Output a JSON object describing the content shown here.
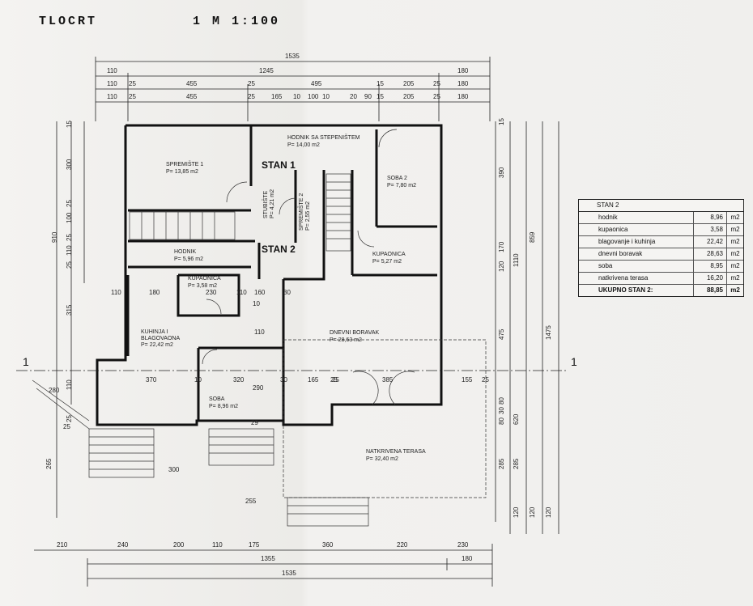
{
  "title": "TLOCRT",
  "scale": "1  M 1:100",
  "stan_labels": {
    "stan1": "STAN 1",
    "stan2": "STAN 2"
  },
  "section_marker": "1",
  "rooms": {
    "spremiste1": {
      "name": "SPREMIŠTE 1",
      "area": "P= 13,85 m2"
    },
    "hodnik_stepeniste": {
      "name": "HODNIK SA STEPENIŠTEM",
      "area": "P= 14,00 m2"
    },
    "stubiste": {
      "name": "STUBIŠTE",
      "area": "P= 4,21 m2"
    },
    "spremiste2": {
      "name": "SPREMIŠTE 2",
      "area": "P= 2,55 m2"
    },
    "soba2": {
      "name": "SOBA 2",
      "area": "P= 7,80 m2"
    },
    "hodnik": {
      "name": "HODNIK",
      "area": "P= 5,96 m2"
    },
    "kupaonica_right": {
      "name": "KUPAONICA",
      "area": "P= 5,27 m2"
    },
    "kupaonica_left": {
      "name": "KUPAONICA",
      "area": "P= 3,58 m2"
    },
    "kuhinja": {
      "name": "KUHINJA I",
      "name2": "BLAGOVAONA",
      "area": "P= 22,42 m2"
    },
    "dnevni": {
      "name": "DNEVNI BORAVAK",
      "area": "P= 28,63 m2"
    },
    "soba": {
      "name": "SOBA",
      "area": "P= 8,96 m2"
    },
    "terasa": {
      "name": "NATKRIVENA TERASA",
      "area": "P= 32,40 m2"
    }
  },
  "dims_top": {
    "row1": [
      "1535"
    ],
    "row2": [
      "110",
      "1245",
      "180"
    ],
    "row3": [
      "110",
      "25",
      "455",
      "25",
      "495",
      "15",
      "205",
      "25",
      "180"
    ],
    "row4": [
      "110",
      "25",
      "455",
      "25",
      "165",
      "10",
      "100",
      "10",
      "20",
      "90",
      "15",
      "205",
      "25",
      "180"
    ]
  },
  "dims_bottom": {
    "row1": [
      "210",
      "240",
      "200",
      "110",
      "175",
      "360",
      "220",
      "230"
    ],
    "row2": [
      "1355",
      "180"
    ],
    "row3": [
      "1535"
    ]
  },
  "dims_left": [
    "15",
    "300",
    "25",
    "100",
    "25",
    "110",
    "25",
    "910",
    "315",
    "110",
    "25",
    "265"
  ],
  "dims_right": [
    "15",
    "390",
    "170",
    "120",
    "475",
    "859",
    "1110",
    "1475",
    "80",
    "30",
    "80",
    "620",
    "285",
    "285",
    "120",
    "120",
    "120"
  ],
  "dims_inner": [
    "110",
    "180",
    "230",
    "110",
    "160",
    "30",
    "10",
    "110",
    "370",
    "10",
    "320",
    "290",
    "30",
    "165",
    "25",
    "385",
    "25",
    "155",
    "25",
    "280",
    "25",
    "300",
    "255",
    "29"
  ],
  "table": {
    "title": "STAN 2",
    "rows": [
      {
        "name": "hodnik",
        "value": "8,96",
        "unit": "m2"
      },
      {
        "name": "kupaonica",
        "value": "3,58",
        "unit": "m2"
      },
      {
        "name": "blagovanje i kuhinja",
        "value": "22,42",
        "unit": "m2"
      },
      {
        "name": "dnevni boravak",
        "value": "28,63",
        "unit": "m2"
      },
      {
        "name": "soba",
        "value": "8,95",
        "unit": "m2"
      },
      {
        "name": "natkrivena terasa",
        "value": "16,20",
        "unit": "m2"
      }
    ],
    "total": {
      "name": "UKUPNO STAN 2:",
      "value": "88,85",
      "unit": "m2"
    }
  }
}
